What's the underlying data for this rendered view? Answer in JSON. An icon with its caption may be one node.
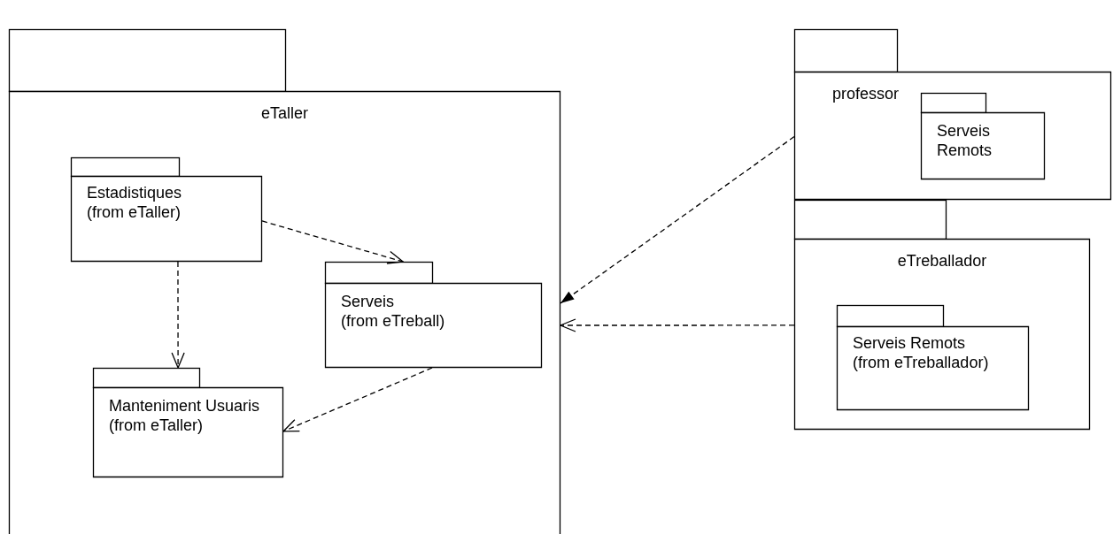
{
  "diagram": {
    "nodes": [
      {
        "text": [
          "eTaller"
        ]
      },
      {
        "text": [
          "Estadistiques",
          "(from eTaller)"
        ],
        "in": 0
      },
      {
        "text": [
          "Serveis",
          "(from eTreball)"
        ],
        "in": 0
      },
      {
        "text": [
          "Manteniment Usuaris",
          "(from eTaller)"
        ],
        "in": 0
      },
      {
        "text": [
          "professor"
        ]
      },
      {
        "text": [
          "Serveis Remots"
        ],
        "in": 4
      },
      {
        "text": [
          "eTreballador"
        ]
      },
      {
        "text": [
          "Serveis Remots",
          "(from eTreballador)"
        ],
        "in": 6
      }
    ],
    "edges": [
      {
        "from": 1,
        "to": 2,
        "arrow": "to",
        "style": "dashed"
      },
      {
        "from": 1,
        "to": 3,
        "arrow": "to",
        "style": "dashed"
      },
      {
        "from": 2,
        "to": 3,
        "arrow": "to",
        "style": "dashed"
      },
      {
        "from": 4,
        "to": 0,
        "arrow": "to",
        "style": "dashed"
      },
      {
        "from": 6,
        "to": 0,
        "arrow": "to",
        "style": "dashed"
      }
    ]
  }
}
